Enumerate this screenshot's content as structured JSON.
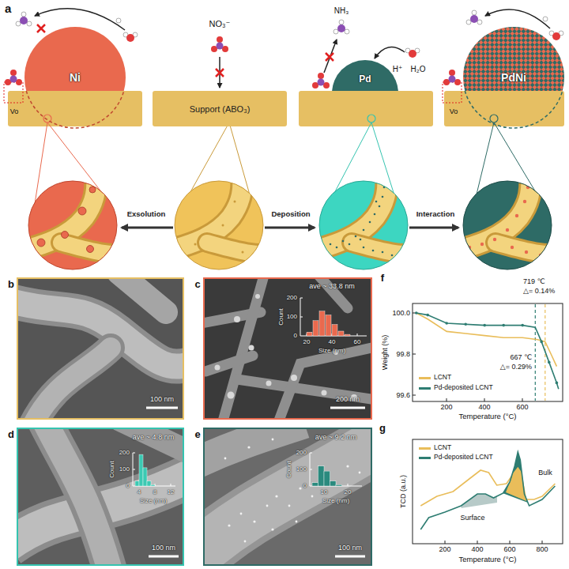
{
  "diagram": {
    "nodes": [
      {
        "text": [
          "Ni"
        ]
      },
      {
        "text": [
          "Support (ABO₃)"
        ]
      },
      {
        "text": [
          "Pd"
        ]
      },
      {
        "text": [
          "PdNi"
        ]
      }
    ],
    "labels": [
      "a",
      "Vo",
      "NO₃⁻",
      "H⁺",
      "NH₃",
      "H₂O",
      "Vo",
      "Exsolution",
      "Deposition",
      "Interaction",
      "b",
      "100 nm",
      "c",
      "ave ~ 33.8 nm",
      "Count",
      "200",
      "100",
      "0",
      "20",
      "40",
      "60",
      "Size (nm)",
      "200 nm",
      "d",
      "ave ~ 4.8 nm",
      "Count",
      "200",
      "100",
      "0",
      "4",
      "8",
      "12",
      "Size (nm)",
      "100 nm",
      "e",
      "ave ~ 9.2 nm",
      "Count",
      "200",
      "100",
      "0",
      "10",
      "20",
      "Size (nm)",
      "100 nm",
      "f",
      "Weight (%)",
      "100.0",
      "99.8",
      "99.6",
      "200",
      "400",
      "600",
      "Temperature (°C)",
      "719 ℃",
      "△= 0.14%",
      "667 ℃",
      "△= 0.29%",
      "g",
      "TCD (a.u.)",
      "200",
      "400",
      "600",
      "800",
      "Temperature (°C)",
      "Surface",
      "Bulk"
    ],
    "legend": [
      {
        "text": "LCNT",
        "color": "#e9bd5a"
      },
      {
        "text": "Pd-deposited LCNT",
        "color": "#2e7d72"
      },
      {
        "text": "LCNT",
        "color": "#e9bd5a"
      },
      {
        "text": "Pd-deposited LCNT",
        "color": "#2e7d72"
      }
    ]
  }
}
